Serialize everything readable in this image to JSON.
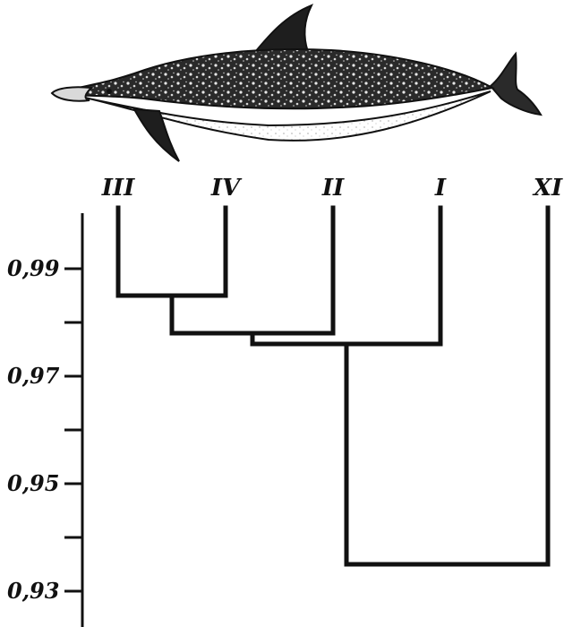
{
  "figure": {
    "illustration": "spotted-dolphin-drawing",
    "ink_color": "#111111",
    "background_color": "#ffffff"
  },
  "dendrogram": {
    "leaves": [
      "III",
      "IV",
      "II",
      "I",
      "XI"
    ],
    "merges": [
      {
        "left": "III",
        "right": "IV",
        "similarity": 0.985
      },
      {
        "left": "III-IV",
        "right": "II",
        "similarity": 0.978
      },
      {
        "left": "III-IV-II",
        "right": "I",
        "similarity": 0.976
      },
      {
        "left": "III-IV-II-I",
        "right": "XI",
        "similarity": 0.935
      }
    ],
    "axis": {
      "tick_labels": [
        "0,99",
        "0,97",
        "0,95",
        "0,93"
      ],
      "major_ticks": [
        0.99,
        0.97,
        0.95,
        0.93
      ],
      "minor_ticks": [
        0.98,
        0.96,
        0.94
      ],
      "range": [
        0.925,
        1.0
      ]
    }
  }
}
